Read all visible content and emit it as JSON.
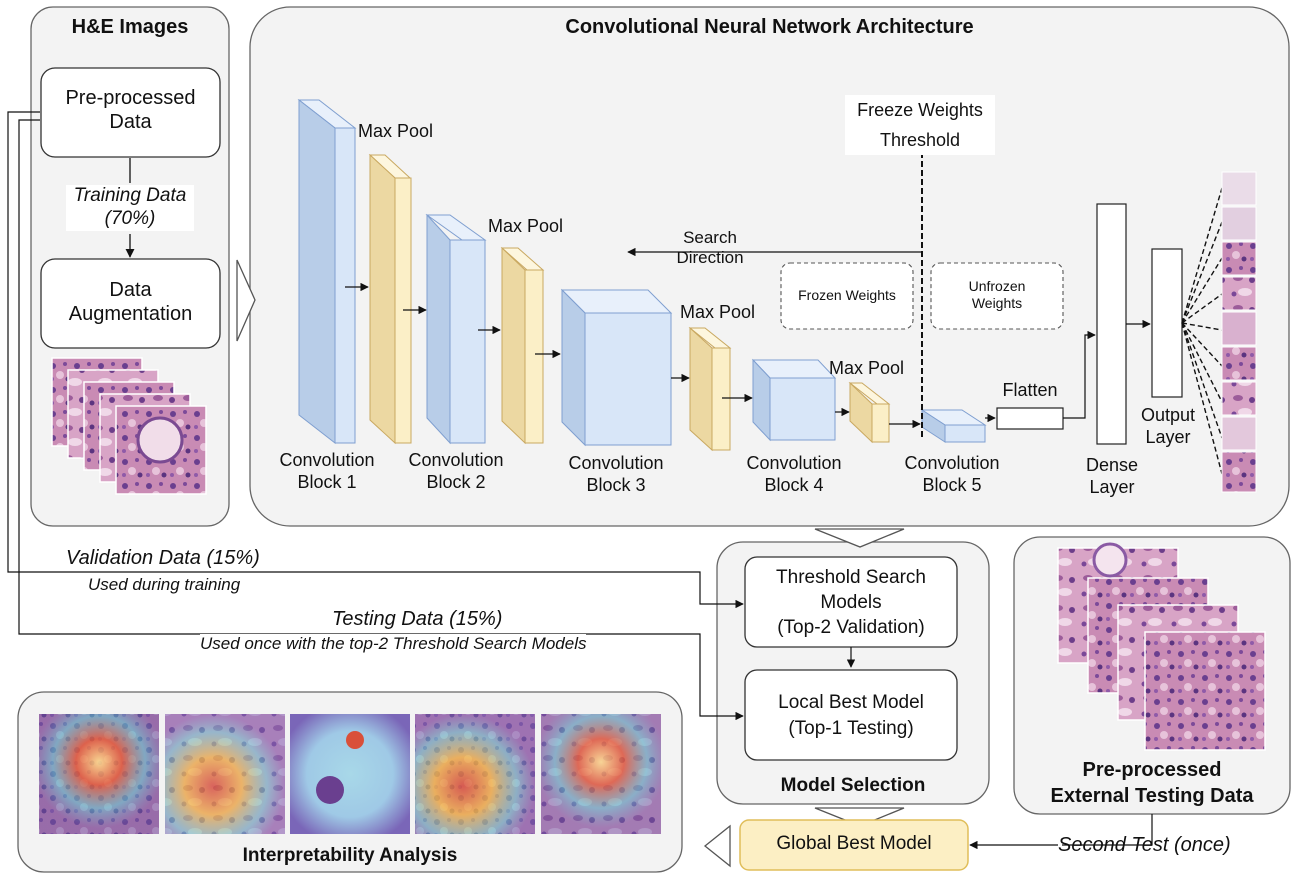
{
  "panels": {
    "he_images": "H&E Images",
    "cnn_architecture": "Convolutional Neural Network Architecture",
    "model_selection": "Model Selection",
    "interpretability": "Interpretability Analysis",
    "external_testing": [
      "Pre-processed",
      "External Testing Data"
    ]
  },
  "he": {
    "preprocessed": [
      "Pre-processed",
      "Data"
    ],
    "training": [
      "Training Data",
      "(70%)"
    ],
    "augmentation": [
      "Data",
      "Augmentation"
    ]
  },
  "cnn": {
    "blocks": [
      [
        "Convolution",
        "Block 1"
      ],
      [
        "Convolution",
        "Block 2"
      ],
      [
        "Convolution",
        "Block 3"
      ],
      [
        "Convolution",
        "Block 4"
      ],
      [
        "Convolution",
        "Block 5"
      ]
    ],
    "max_pool": "Max Pool",
    "freeze": [
      "Freeze Weights",
      "Threshold"
    ],
    "search_direction": [
      "Search",
      "Direction"
    ],
    "frozen": "Frozen Weights",
    "unfrozen": [
      "Unfrozen",
      "Weights"
    ],
    "flatten": "Flatten",
    "dense": [
      "Dense",
      "Layer"
    ],
    "output": [
      "Output",
      "Layer"
    ]
  },
  "flows": {
    "validation": [
      "Validation Data (15%)",
      "Used during training"
    ],
    "testing": [
      "Testing Data (15%)",
      "Used once with the top-2 Threshold Search Models"
    ],
    "second_test": "Second Test (once)"
  },
  "selection": {
    "threshold_models": [
      "Threshold Search",
      "Models",
      "(Top-2 Validation)"
    ],
    "local_best": [
      "Local Best Model",
      "(Top-1 Testing)"
    ]
  },
  "global_best": "Global Best Model",
  "colors": {
    "conv_front": "#d8e6f8",
    "conv_side": "#b8cde8",
    "conv_top": "#e8f0fb",
    "conv_edge": "#7f9fd0",
    "pool_front": "#fbefc7",
    "pool_side": "#ecd8a2",
    "pool_top": "#fdf6de",
    "pool_edge": "#c9a860",
    "panel_fill": "#f3f3f3",
    "panel_edge": "#666666",
    "global_fill": "#fcefc4",
    "global_edge": "#e0be5a"
  }
}
